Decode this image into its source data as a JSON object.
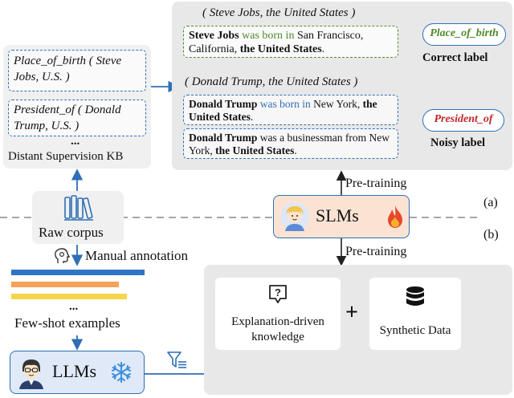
{
  "kb": {
    "facts": [
      {
        "relation": "Place_of_birth",
        "args": " ( Steve Jobs, U.S. )"
      },
      {
        "relation": "President_of",
        "args": " ( Donald Trump, U.S. )"
      }
    ],
    "ellipsis": "...",
    "caption": "Distant Supervision KB"
  },
  "example_a": {
    "header": "( Steve Jobs, the United States )",
    "s_subject": "Steve Jobs",
    "s_rel": " was born in ",
    "s_rest": "San Francisco, California, ",
    "s_obj": "the United States",
    "s_end": ".",
    "label": "Place_of_birth",
    "caption": "Correct label"
  },
  "example_b": {
    "header": "( Donald Trump, the United States )",
    "s1_subject": "Donald Trump",
    "s1_rel": " was born in ",
    "s1_rest": "New York, ",
    "s1_obj": "the United States",
    "s1_end": ".",
    "s2_subject": "Donald Trump",
    "s2_rest": " was a businessman from New York, ",
    "s2_obj": "the United States",
    "s2_end": ".",
    "label": "President_of",
    "caption": "Noisy label"
  },
  "pretraining_a": "Pre-training",
  "pretraining_b": "Pre-training",
  "slms": {
    "label": "SLMs"
  },
  "raw_corpus": "Raw corpus",
  "manual_annotation": "Manual annotation",
  "few_shot": {
    "ellipsis": "...",
    "caption": "Few-shot examples"
  },
  "llms": {
    "label": "LLMs"
  },
  "explanation": "Explanation-driven knowledge",
  "plus": "+",
  "synthetic": "Synthetic Data",
  "marker_a": "(a)",
  "marker_b": "(b)",
  "colors": {
    "blue": "#2e6fb5",
    "green": "#4f8a2a",
    "red": "#c0282d",
    "bar_blue": "#2f75c4",
    "bar_orange": "#f4a259",
    "bar_yellow": "#f6d54a"
  }
}
